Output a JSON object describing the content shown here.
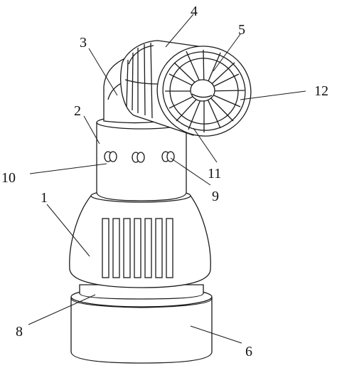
{
  "labels": [
    {
      "id": "1",
      "text": "1"
    },
    {
      "id": "2",
      "text": "2"
    },
    {
      "id": "3",
      "text": "3"
    },
    {
      "id": "4",
      "text": "4"
    },
    {
      "id": "5",
      "text": "5"
    },
    {
      "id": "6",
      "text": "6"
    },
    {
      "id": "8",
      "text": "8"
    },
    {
      "id": "9",
      "text": "9"
    },
    {
      "id": "10",
      "text": "10"
    },
    {
      "id": "11",
      "text": "11"
    },
    {
      "id": "12",
      "text": "12"
    }
  ]
}
